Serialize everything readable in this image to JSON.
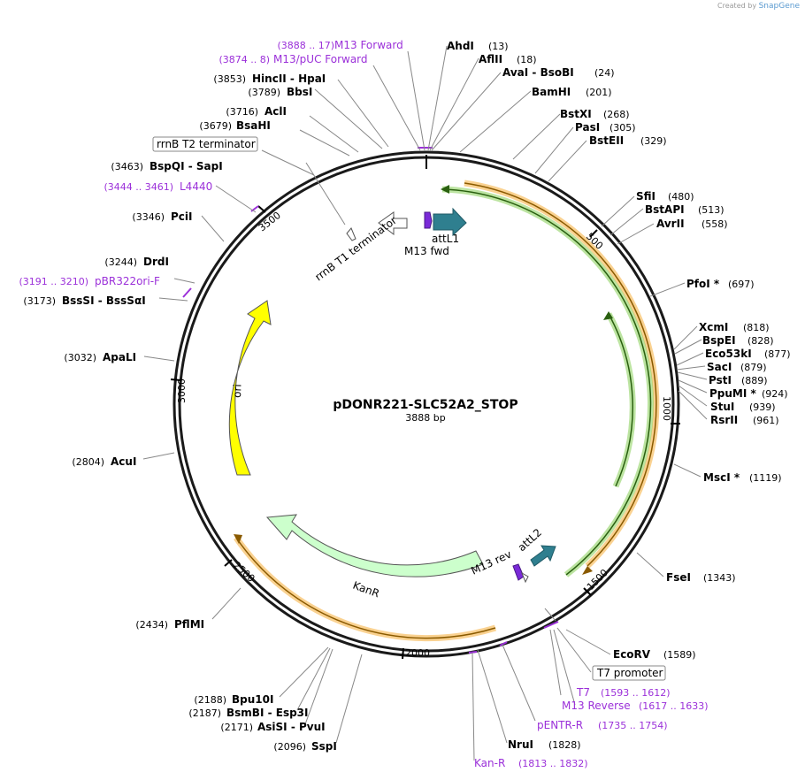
{
  "credit": {
    "prefix": "Created by",
    "brand": "SnapGene"
  },
  "plasmid": {
    "name": "pDONR221-SLC52A2_STOP",
    "length_label": "3888 bp"
  },
  "ticks": [
    "500",
    "1000",
    "1500",
    "2000",
    "2500",
    "3000",
    "3500"
  ],
  "sites": [
    {
      "name": "AhdI",
      "pos": "(13)"
    },
    {
      "name": "AflII",
      "pos": "(18)"
    },
    {
      "name": "AvaI  -  BsoBI",
      "pos": "(24)"
    },
    {
      "name": "BamHI",
      "pos": "(201)"
    },
    {
      "name": "BstXI",
      "pos": "(268)"
    },
    {
      "name": "PasI",
      "pos": "(305)"
    },
    {
      "name": "BstEII",
      "pos": "(329)"
    },
    {
      "name": "SfiI",
      "pos": "(480)"
    },
    {
      "name": "BstAPI",
      "pos": "(513)"
    },
    {
      "name": "AvrII",
      "pos": "(558)"
    },
    {
      "name": "PfoI *",
      "pos": "(697)"
    },
    {
      "name": "XcmI",
      "pos": "(818)"
    },
    {
      "name": "BspEI",
      "pos": "(828)"
    },
    {
      "name": "Eco53kI",
      "pos": "(877)"
    },
    {
      "name": "SacI",
      "pos": "(879)"
    },
    {
      "name": "PstI",
      "pos": "(889)"
    },
    {
      "name": "PpuMI *",
      "pos": "(924)"
    },
    {
      "name": "StuI",
      "pos": "(939)"
    },
    {
      "name": "RsrII",
      "pos": "(961)"
    },
    {
      "name": "MscI *",
      "pos": "(1119)"
    },
    {
      "name": "FseI",
      "pos": "(1343)"
    },
    {
      "name": "EcoRV",
      "pos": "(1589)"
    },
    {
      "name": "NruI",
      "pos": "(1828)"
    },
    {
      "name": "SspI",
      "pos": "(2096)"
    },
    {
      "name": "AsiSI  -  PvuI",
      "pos": "(2171)"
    },
    {
      "name": "BsmBI  -  Esp3I",
      "pos": "(2187)"
    },
    {
      "name": "Bpu10I",
      "pos": "(2188)"
    },
    {
      "name": "PflMI",
      "pos": "(2434)"
    },
    {
      "name": "AcuI",
      "pos": "(2804)"
    },
    {
      "name": "ApaLI",
      "pos": "(3032)"
    },
    {
      "name": "BssSI  -  BssSαI",
      "pos": "(3173)"
    },
    {
      "name": "DrdI",
      "pos": "(3244)"
    },
    {
      "name": "PciI",
      "pos": "(3346)"
    },
    {
      "name": "BspQI  -  SapI",
      "pos": "(3463)"
    },
    {
      "name": "BsaHI",
      "pos": "(3679)"
    },
    {
      "name": "AclI",
      "pos": "(3716)"
    },
    {
      "name": "BbsI",
      "pos": "(3789)"
    },
    {
      "name": "HincII  -  HpaI",
      "pos": "(3853)"
    }
  ],
  "primers": [
    {
      "name": "M13 Forward",
      "range": "(3888 .. 17)"
    },
    {
      "name": "M13/pUC Forward",
      "range": "(3874 .. 8)"
    },
    {
      "name": "L4440",
      "range": "(3444 .. 3461)"
    },
    {
      "name": "pBR322ori-F",
      "range": "(3191 .. 3210)"
    },
    {
      "name": "T7",
      "range": "(1593 .. 1612)"
    },
    {
      "name": "M13 Reverse",
      "range": "(1617 .. 1633)"
    },
    {
      "name": "pENTR-R",
      "range": "(1735 .. 1754)"
    },
    {
      "name": "Kan-R",
      "range": "(1813 .. 1832)"
    }
  ],
  "boxed_features": {
    "rrnB_T2": "rrnB T2 terminator",
    "t7_promoter": "T7 promoter"
  },
  "features": {
    "rrnB_T1": "rrnB T1 terminator",
    "attL1": "attL1",
    "M13_fwd": "M13 fwd",
    "M13_rev": "M13 rev",
    "attL2": "attL2",
    "KanR": "KanR",
    "ori": "ori"
  },
  "colors": {
    "primer": "#9b30d9",
    "orf_orange": "#f5a623",
    "orf_green": "#7ac943",
    "ori": "#ffff00",
    "kanr": "#ccffcc",
    "att": "#2f7f8f"
  }
}
